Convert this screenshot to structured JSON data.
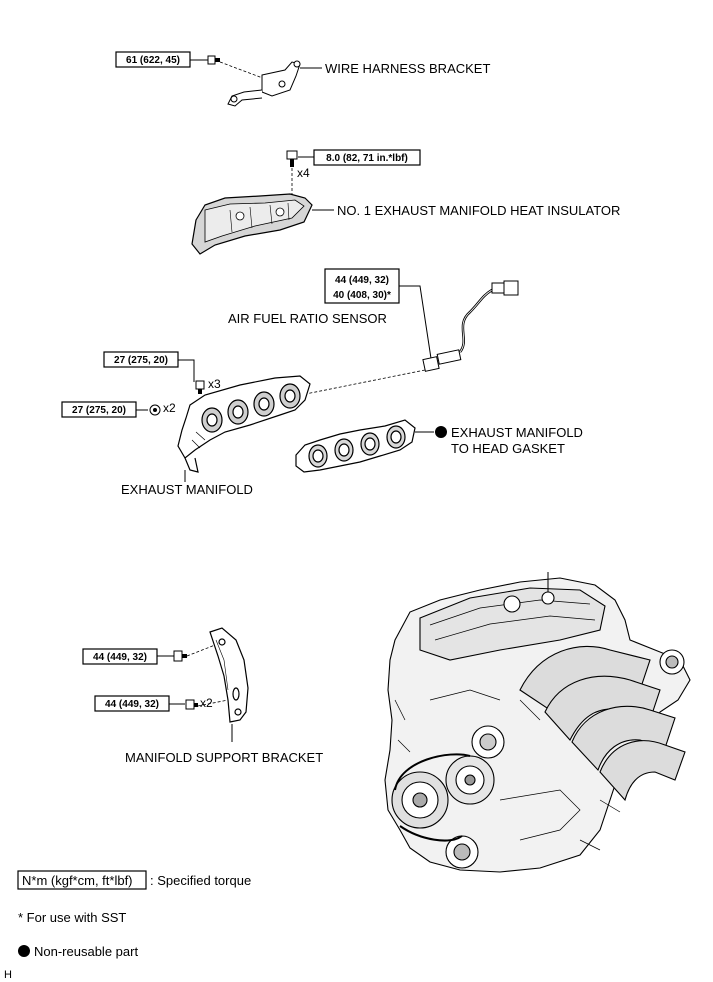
{
  "torque_boxes": {
    "wire_harness_bolt": "61 (622, 45)",
    "insulator_bolt": "8.0 (82, 71 in.*lbf)",
    "sensor_line1": "44 (449, 32)",
    "sensor_line2": "40 (408, 30)*",
    "manifold_bolt": "27 (275, 20)",
    "manifold_nut": "27 (275, 20)",
    "bracket_bolt_upper": "44 (449, 32)",
    "bracket_bolt_lower": "44 (449, 32)"
  },
  "labels": {
    "wire_harness_bracket": "WIRE HARNESS BRACKET",
    "heat_insulator": "NO. 1 EXHAUST MANIFOLD HEAT INSULATOR",
    "air_fuel_sensor": "AIR FUEL RATIO SENSOR",
    "gasket_line1": "EXHAUST MANIFOLD",
    "gasket_line2": "TO HEAD GASKET",
    "exhaust_manifold": "EXHAUST MANIFOLD",
    "support_bracket": "MANIFOLD SUPPORT BRACKET"
  },
  "counts": {
    "insulator_bolts": "x4",
    "manifold_bolts": "x3",
    "manifold_nuts": "x2",
    "bracket_bolts": "x2"
  },
  "legend": {
    "torque_unit": "N*m (kgf*cm, ft*lbf)",
    "torque_desc": ": Specified torque",
    "sst_note": "* For use with SST",
    "nonreusable": "Non-reusable part"
  },
  "corner_mark": "H"
}
